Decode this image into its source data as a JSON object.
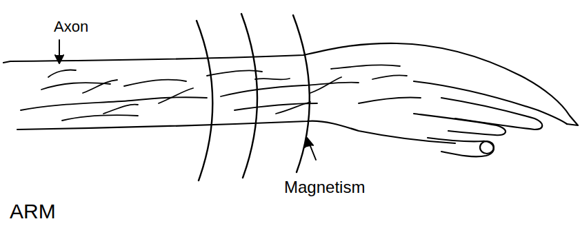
{
  "diagram": {
    "labels": [
      "Axon",
      "Magnetism",
      "ARM"
    ]
  }
}
